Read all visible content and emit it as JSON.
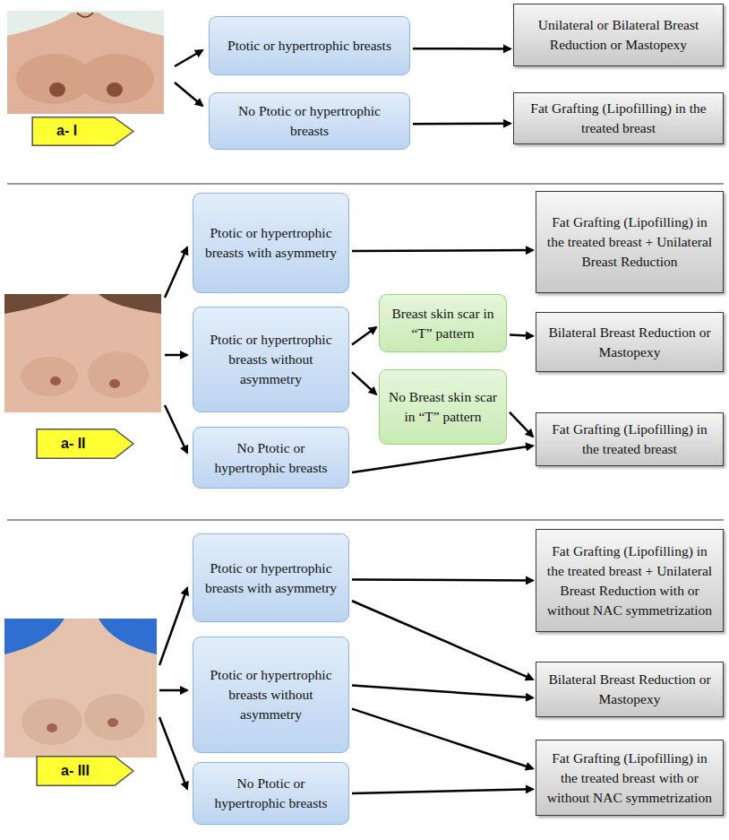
{
  "diagram": {
    "nodes": [
      {
        "text": [
          "a- I"
        ]
      },
      {
        "text": [
          "Ptotic or hypertrophic breasts"
        ]
      },
      {
        "text": [
          "No Ptotic or hypertrophic breasts"
        ]
      },
      {
        "text": [
          "Unilateral or Bilateral Breast Reduction or Mastopexy"
        ]
      },
      {
        "text": [
          "Fat Grafting (Lipofilling) in the treated breast"
        ]
      },
      {
        "text": [
          "a- II"
        ]
      },
      {
        "text": [
          "Ptotic or hypertrophic breasts with asymmetry"
        ]
      },
      {
        "text": [
          "Ptotic or hypertrophic breasts without asymmetry"
        ]
      },
      {
        "text": [
          "No Ptotic or hypertrophic breasts"
        ]
      },
      {
        "text": [
          "Breast skin scar in “T” pattern"
        ]
      },
      {
        "text": [
          "No Breast skin scar in “T” pattern"
        ]
      },
      {
        "text": [
          "Fat Grafting (Lipofilling) in the treated breast + Unilateral Breast Reduction"
        ]
      },
      {
        "text": [
          "Bilateral Breast Reduction or Mastopexy"
        ]
      },
      {
        "text": [
          "Fat Grafting (Lipofilling) in the treated breast"
        ]
      },
      {
        "text": [
          "a- III"
        ]
      },
      {
        "text": [
          "Ptotic or hypertrophic breasts with asymmetry"
        ]
      },
      {
        "text": [
          "Ptotic or hypertrophic breasts without asymmetry"
        ]
      },
      {
        "text": [
          "No Ptotic or hypertrophic breasts"
        ]
      },
      {
        "text": [
          "Fat Grafting (Lipofilling) in the treated breast + Unilateral Breast Reduction with or without NAC symmetrization"
        ]
      },
      {
        "text": [
          "Bilateral Breast Reduction or Mastopexy"
        ]
      },
      {
        "text": [
          "Fat Grafting (Lipofilling) in the treated breast with or without NAC symmetrization"
        ]
      }
    ],
    "edges": [
      {
        "from": 1,
        "to": 3,
        "arrow": "to"
      },
      {
        "from": 2,
        "to": 4,
        "arrow": "to"
      },
      {
        "from": 6,
        "to": 11,
        "arrow": "to"
      },
      {
        "from": 7,
        "to": 9,
        "arrow": "to"
      },
      {
        "from": 7,
        "to": 10,
        "arrow": "to"
      },
      {
        "from": 9,
        "to": 12,
        "arrow": "to"
      },
      {
        "from": 10,
        "to": 13,
        "arrow": "to"
      },
      {
        "from": 8,
        "to": 13,
        "arrow": "to"
      },
      {
        "from": 15,
        "to": 18,
        "arrow": "to"
      },
      {
        "from": 15,
        "to": 19,
        "arrow": "to"
      },
      {
        "from": 16,
        "to": 19,
        "arrow": "to"
      },
      {
        "from": 16,
        "to": 20,
        "arrow": "to"
      },
      {
        "from": 17,
        "to": 20,
        "arrow": "to"
      }
    ]
  }
}
